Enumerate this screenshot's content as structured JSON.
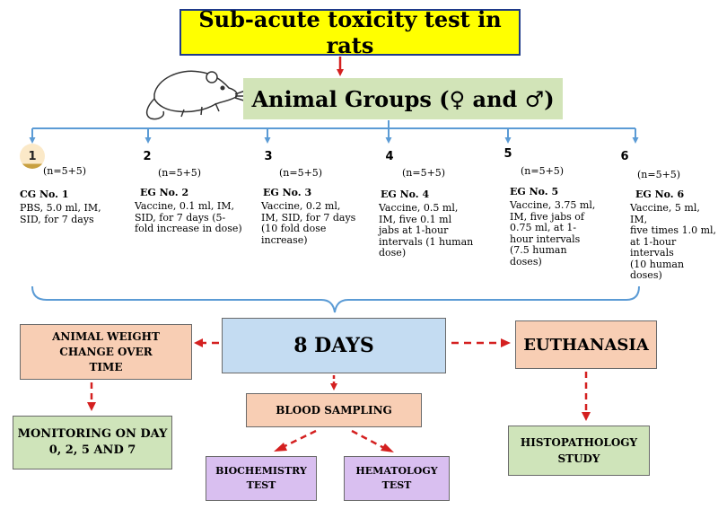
{
  "title": "Sub-acute toxicity test in rats",
  "animal_groups": "Animal Groups (♀ and ♂)",
  "groups": [
    {
      "number": "1",
      "count": "(n=5+5)",
      "name": "CG No. 1",
      "description": [
        "PBS, 5.0 ml, IM,",
        "SID, for 7 days"
      ],
      "fill_color": "#e9b774",
      "fill_level": 0.1
    },
    {
      "number": "2",
      "count": "(n=5+5)",
      "name": "EG No. 2",
      "description": [
        "Vaccine,  0.1 ml, IM,",
        "SID, for 7 days (5-",
        "fold increase in dose)"
      ],
      "fill_color": "#c8a040",
      "fill_level": 0.2
    },
    {
      "number": "3",
      "count": "(n=5+5)",
      "name": "EG No. 3",
      "description": [
        "Vaccine, 0.2 ml,",
        "IM, SID, for 7 days",
        "(10 fold dose",
        "increase)"
      ],
      "fill_color": "#3dbb3d",
      "fill_level": 0.5
    },
    {
      "number": "4",
      "count": "(n=5+5)",
      "name": "EG No. 4",
      "description": [
        "Vaccine, 0.5 ml,",
        "IM, five 0.1 ml",
        "jabs at 1-hour",
        "intervals (1 human",
        "dose)"
      ],
      "fill_color": "#2ecc6a",
      "fill_level": 0.55
    },
    {
      "number": "5",
      "count": "(n=5+5)",
      "name": "EG No. 5",
      "description": [
        "Vaccine, 3.75 ml,",
        "IM, five jabs of",
        "0.75 ml, at 1-",
        "hour intervals",
        "(7.5 human",
        "doses)"
      ],
      "fill_color": "#3ab8c4",
      "fill_level": 0.85
    },
    {
      "number": "6",
      "count": "(n=5+5)",
      "name": "EG No. 6",
      "description": [
        "Vaccine, 5 ml, IM,",
        "five times 1.0 ml,",
        "at 1-hour intervals",
        "(10 human doses)"
      ],
      "fill_color": "#2a7fd6",
      "fill_level": 1.0
    }
  ],
  "days": "8 DAYS",
  "weight_box": [
    "ANIMAL WEIGHT",
    "CHANGE OVER",
    "TIME"
  ],
  "euthanasia": "EUTHANASIA",
  "blood_sampling": "BLOOD SAMPLING",
  "monitoring": [
    "MONITORING ON DAY",
    "0, 2, 5 AND 7"
  ],
  "histopathology": [
    "HISTOPATHOLOGY",
    "STUDY"
  ],
  "biochemistry": [
    "BIOCHEMISTRY",
    "TEST"
  ],
  "hematology": [
    "HEMATOLOGY",
    "TEST"
  ],
  "colors": {
    "title_bg": "#ffff00",
    "groups_bg": "#d2e4b8",
    "days_bg": "#c4dcf2",
    "peach": "#f8ceb4",
    "green": "#cfe4ba",
    "lavender": "#d9bff0",
    "connector": "#5b9bd5",
    "arrow": "#d42020"
  }
}
